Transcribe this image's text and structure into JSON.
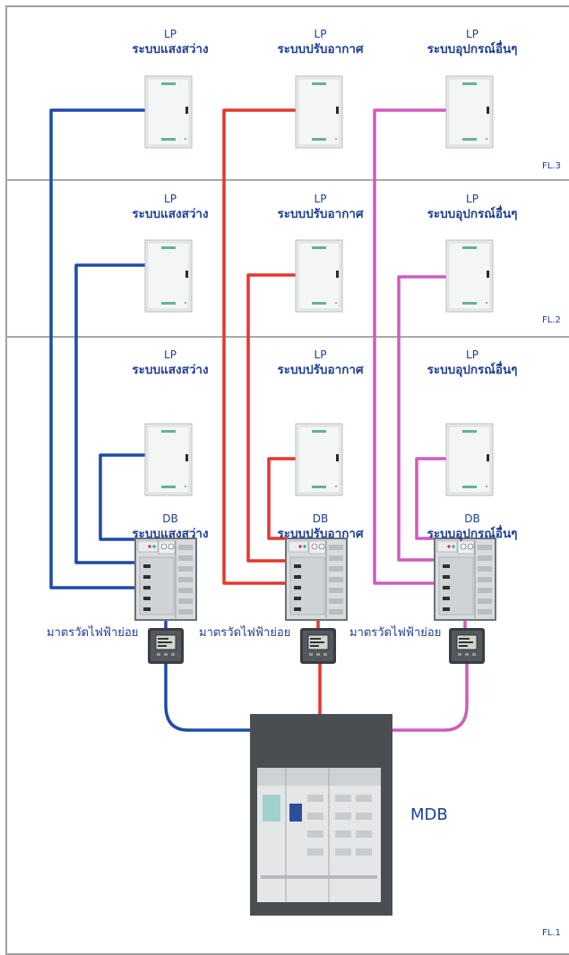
{
  "floors": [
    {
      "label": "FL.3"
    },
    {
      "label": "FL.2"
    },
    {
      "label": "FL.1"
    }
  ],
  "lp_panels": [
    {
      "type": "LP",
      "system": "ระบบแสงสว่าง"
    },
    {
      "type": "LP",
      "system": "ระบบปรับอากาศ"
    },
    {
      "type": "LP",
      "system": "ระบบอุปกรณ์อื่นๆ"
    }
  ],
  "db_panels": [
    {
      "type": "DB",
      "system": "ระบบแสงสว่าง"
    },
    {
      "type": "DB",
      "system": "ระบบปรับอากาศ"
    },
    {
      "type": "DB",
      "system": "ระบบอุปกรณ์อื่นๆ"
    }
  ],
  "meters": [
    {
      "label": "มาตรวัดไฟฟ้าย่อย"
    },
    {
      "label": "มาตรวัดไฟฟ้าย่อย"
    },
    {
      "label": "มาตรวัดไฟฟ้าย่อย"
    }
  ],
  "mdb": {
    "label": "MDB"
  },
  "colors": {
    "lighting": "#1f4aa8",
    "aircon": "#e8352c",
    "other": "#d05bc0",
    "frame": "#a0a0a0",
    "text": "#1f3f96"
  }
}
